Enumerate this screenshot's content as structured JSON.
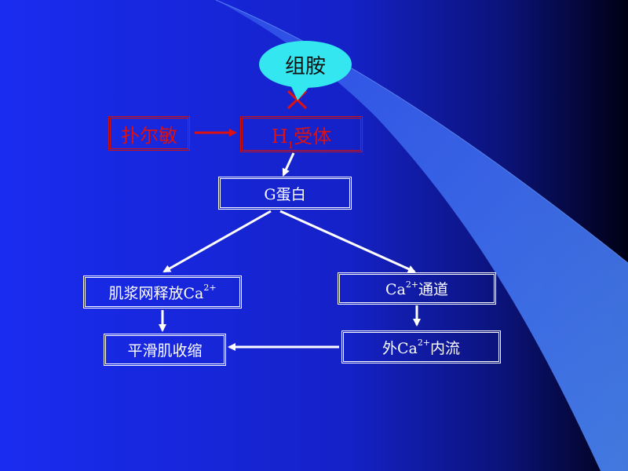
{
  "colors": {
    "background_start": "#1a2cf0",
    "background_end": "#000014",
    "swoosh": "#3a6ff0",
    "bubble": "#33e6f0",
    "red": "#dd1111",
    "white": "#ffffff"
  },
  "nodes": {
    "histamine": "组胺",
    "antagonist": "扑尔敏",
    "receptor": {
      "prefix": "H",
      "sub": "1",
      "suffix": "受体"
    },
    "g_protein": "G蛋白",
    "sr_release": {
      "prefix": "肌浆网释放Ca",
      "sup": "2+"
    },
    "ca_channel": {
      "prefix": "Ca",
      "sup": "2+",
      "suffix": "通道"
    },
    "ca_influx": {
      "prefix": "外Ca",
      "sup": "2+",
      "suffix": "内流"
    },
    "contraction": "平滑肌收缩"
  },
  "icons": {
    "block_mark": "x-block-icon",
    "arrow": "arrow-icon"
  }
}
